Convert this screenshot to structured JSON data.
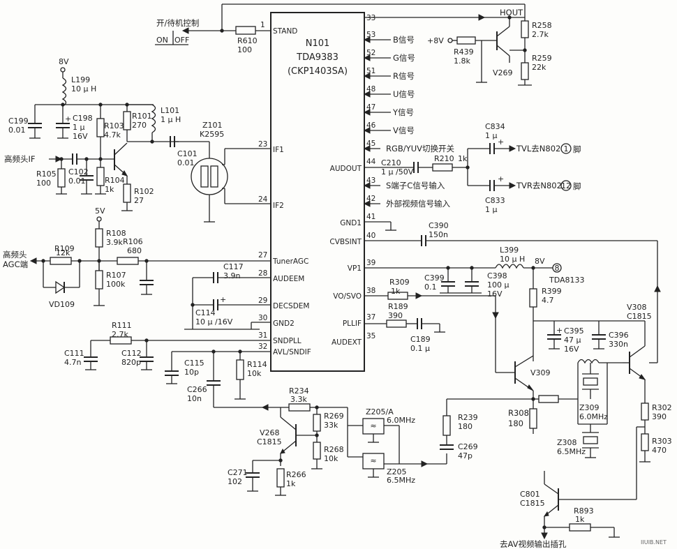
{
  "chip": {
    "ref": "N101",
    "part": "TDA9383",
    "alt": "(CKP1403SA)",
    "left_pins": [
      {
        "num": "1",
        "name": "STAND"
      },
      {
        "num": "23",
        "name": "IF1"
      },
      {
        "num": "24",
        "name": "IF2"
      },
      {
        "num": "27",
        "name": "TunerAGC"
      },
      {
        "num": "28",
        "name": "AUDEEM"
      },
      {
        "num": "29",
        "name": "DECSDEM"
      },
      {
        "num": "30",
        "name": "GND2"
      },
      {
        "num": "31",
        "name": "SNDPLL"
      },
      {
        "num": "32",
        "name": "AVL/SNDIF"
      }
    ],
    "right_pins": [
      {
        "num": "33",
        "name": ""
      },
      {
        "num": "53",
        "name": ""
      },
      {
        "num": "52",
        "name": ""
      },
      {
        "num": "51",
        "name": ""
      },
      {
        "num": "48",
        "name": ""
      },
      {
        "num": "47",
        "name": ""
      },
      {
        "num": "46",
        "name": ""
      },
      {
        "num": "45",
        "name": ""
      },
      {
        "num": "44",
        "name": "AUDOUT"
      },
      {
        "num": "43",
        "name": ""
      },
      {
        "num": "42",
        "name": ""
      },
      {
        "num": "41",
        "name": "GND1"
      },
      {
        "num": "40",
        "name": "CVBSINT"
      },
      {
        "num": "39",
        "name": "VP1"
      },
      {
        "num": "38",
        "name": "VO/SVO"
      },
      {
        "num": "37",
        "name": "PLLIF"
      },
      {
        "num": "35",
        "name": "AUDEXT"
      }
    ]
  },
  "signals": {
    "hout": "HOUT",
    "b": "B信号",
    "g": "G信号",
    "r": "R信号",
    "u": "U信号",
    "y": "Y信号",
    "v": "V信号",
    "rgb_switch": "RGB/YUV切换开关",
    "s_c_input": "S端子C信号输入",
    "ext_video": "外部视频信号输入",
    "tvl": "TVL去N802",
    "tvl_pin": "1",
    "tvr": "TVR去N802",
    "tvr_pin": "12",
    "foot": "脚",
    "standby_ctrl": "开/待机控制",
    "on": "ON",
    "off": "OFF",
    "tuner_if": "高频头IF",
    "tuner_agc_1": "高频头",
    "tuner_agc_2": "AGC端",
    "av_out": "去AV视频输出插孔",
    "tda8133": "TDA8133",
    "tda8133_pin": "8",
    "watermark": "IIUIB.NET"
  },
  "supplies": {
    "v8_top": "8V",
    "v5": "5V",
    "v8_pos": "+8V",
    "v8_right": "8V"
  },
  "components": {
    "R610": {
      "ref": "R610",
      "val": "100"
    },
    "L199": {
      "ref": "L199",
      "val": "10 μ H"
    },
    "C199": {
      "ref": "C199",
      "val": "0.01"
    },
    "C198": {
      "ref": "C198",
      "val1": "1 μ",
      "val2": "16V"
    },
    "R103": {
      "ref": "R103",
      "val": "4.7k"
    },
    "R101": {
      "ref": "R101",
      "val": "270"
    },
    "L101": {
      "ref": "L101",
      "val": "1 μ H"
    },
    "Z101": {
      "ref": "Z101",
      "val": "K2595"
    },
    "C101": {
      "ref": "C101",
      "val": "0.01"
    },
    "R105": {
      "ref": "R105",
      "val": "100"
    },
    "C102": {
      "ref": "C102",
      "val": "0.01"
    },
    "R104": {
      "ref": "R104",
      "val": "1k"
    },
    "R102": {
      "ref": "R102",
      "val": "27"
    },
    "R108": {
      "ref": "R108",
      "val": "3.9k"
    },
    "R109": {
      "ref": "R109",
      "val": "12k"
    },
    "R106": {
      "ref": "R106",
      "val": "680"
    },
    "R107": {
      "ref": "R107",
      "val": "100k"
    },
    "VD109": {
      "ref": "VD109"
    },
    "C117": {
      "ref": "C117",
      "val": "3.9n"
    },
    "C114": {
      "ref": "C114",
      "val": "10 μ /16V"
    },
    "R111": {
      "ref": "R111",
      "val": "2.7k"
    },
    "C111": {
      "ref": "C111",
      "val": "4.7n"
    },
    "C112": {
      "ref": "C112",
      "val": "820p"
    },
    "C115": {
      "ref": "C115",
      "val": "10p"
    },
    "R114": {
      "ref": "R114",
      "val": "10k"
    },
    "C266": {
      "ref": "C266",
      "val": "10n"
    },
    "R234": {
      "ref": "R234",
      "val": "3.3k"
    },
    "V268": {
      "ref": "V268",
      "val": "C1815"
    },
    "R269": {
      "ref": "R269",
      "val": "33k"
    },
    "R268": {
      "ref": "R268",
      "val": "10k"
    },
    "C271": {
      "ref": "C271",
      "val": "102"
    },
    "R266": {
      "ref": "R266",
      "val": "1k"
    },
    "Z205A": {
      "ref": "Z205/A",
      "val": "6.0MHz"
    },
    "Z205": {
      "ref": "Z205",
      "val": "6.5MHz"
    },
    "R239": {
      "ref": "R239",
      "val": "180"
    },
    "C269": {
      "ref": "C269",
      "val": "47p"
    },
    "R258": {
      "ref": "R258",
      "val": "2.7k"
    },
    "R259": {
      "ref": "R259",
      "val": "22k"
    },
    "R439": {
      "ref": "R439",
      "val": "1.8k"
    },
    "V269": {
      "ref": "V269"
    },
    "C834": {
      "ref": "C834",
      "val": "1 μ"
    },
    "C833": {
      "ref": "C833",
      "val": "1 μ"
    },
    "C210": {
      "ref": "C210",
      "val": "1 μ /50V"
    },
    "R210": {
      "ref": "R210",
      "val": "1k"
    },
    "C390": {
      "ref": "C390",
      "val": "150n"
    },
    "L399": {
      "ref": "L399",
      "val": "10 μ H"
    },
    "C399": {
      "ref": "C399",
      "val": "0.1"
    },
    "C398": {
      "ref": "C398",
      "val1": "100 μ",
      "val2": "16V"
    },
    "R399": {
      "ref": "R399",
      "val": "4.7"
    },
    "R309": {
      "ref": "R309",
      "val": "1k"
    },
    "R189": {
      "ref": "R189",
      "val": "390"
    },
    "C189": {
      "ref": "C189",
      "val": "0.1 μ"
    },
    "V308": {
      "ref": "V308",
      "val": "C1815"
    },
    "C395": {
      "ref": "C395",
      "val1": "47 μ",
      "val2": "16V"
    },
    "C396": {
      "ref": "C396",
      "val": "330n"
    },
    "V309": {
      "ref": "V309"
    },
    "R308": {
      "ref": "R308",
      "val": "180"
    },
    "Z309": {
      "ref": "Z309",
      "val": "6.0MHz"
    },
    "Z308": {
      "ref": "Z308",
      "val": "6.5MHz"
    },
    "R302": {
      "ref": "R302",
      "val": "390"
    },
    "R303": {
      "ref": "R303",
      "val": "470"
    },
    "C801": {
      "ref": "C801",
      "val": "C1815"
    },
    "R893": {
      "ref": "R893",
      "val": "1k"
    }
  }
}
